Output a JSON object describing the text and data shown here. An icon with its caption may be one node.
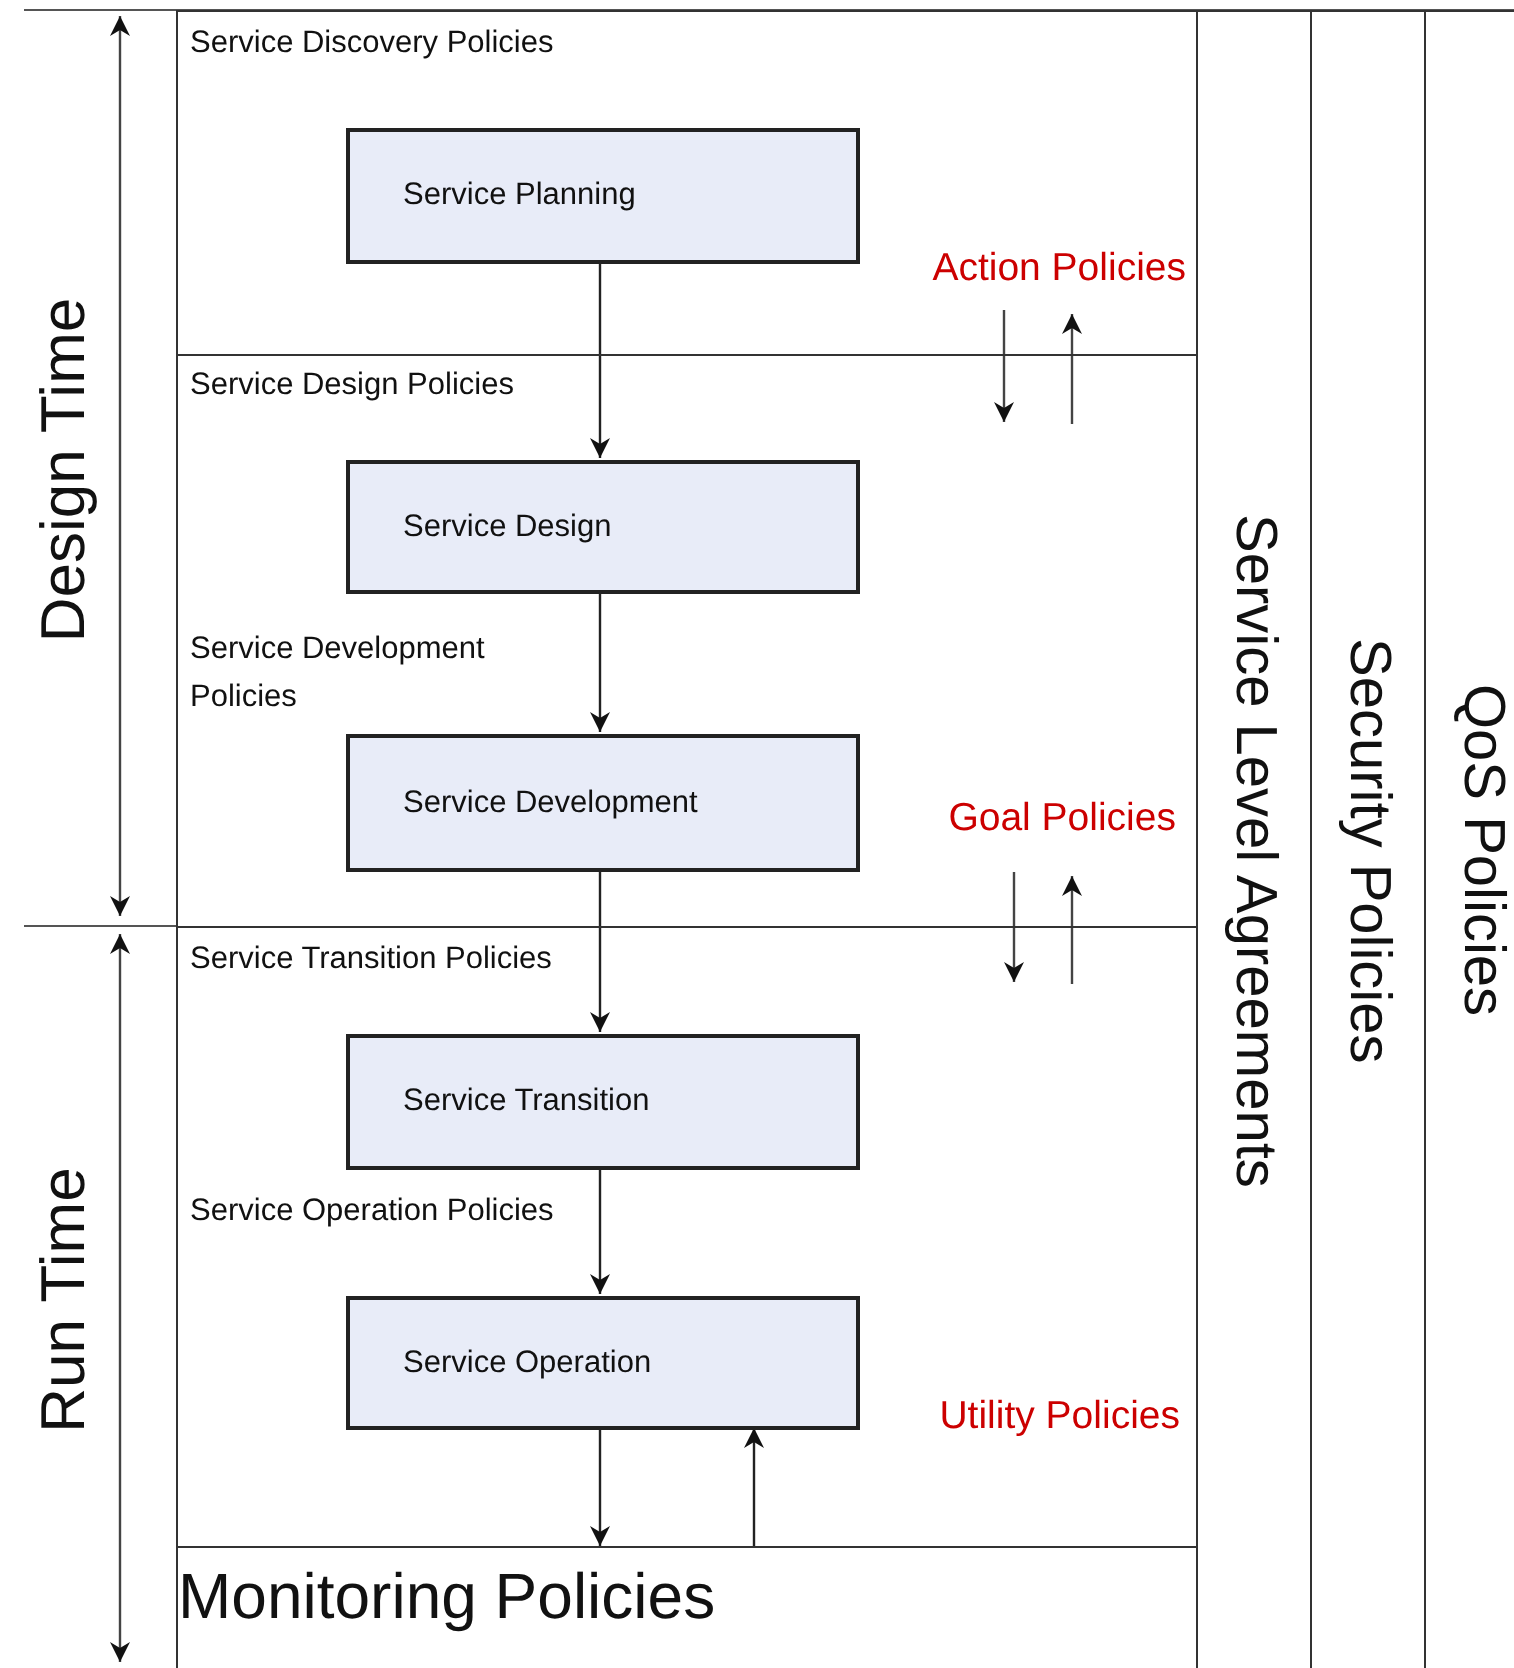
{
  "diagram": {
    "nodes": [
      {
        "text": [
          "Service Discovery Policies"
        ]
      },
      {
        "text": [
          "Service Planning"
        ],
        "in": 0
      },
      {
        "text": [
          "Service Design Policies",
          "Service Development Policies"
        ]
      },
      {
        "text": [
          "Service Design"
        ],
        "in": 2
      },
      {
        "text": [
          "Service Development"
        ],
        "in": 2
      },
      {
        "text": [
          "Service Transition Policies",
          "Service Operation Policies"
        ]
      },
      {
        "text": [
          "Service Transition"
        ],
        "in": 5
      },
      {
        "text": [
          "Service Operation"
        ],
        "in": 5
      },
      {
        "text": [
          "Monitoring Policies"
        ]
      },
      {
        "text": [
          "Service Level Agreements"
        ]
      },
      {
        "text": [
          "Security Policies"
        ]
      },
      {
        "text": [
          "QoS Policies"
        ]
      }
    ],
    "edges": [
      {
        "from": 1,
        "to": 3,
        "arrow": "to"
      },
      {
        "from": 3,
        "to": 4,
        "arrow": "to"
      },
      {
        "from": 4,
        "to": 6,
        "arrow": "to"
      },
      {
        "from": 6,
        "to": 7,
        "arrow": "to"
      },
      {
        "from": 7,
        "to": 8,
        "arrow": "to"
      },
      {
        "from": 8,
        "to": 7,
        "arrow": "to"
      }
    ],
    "labels": [
      "Design Time",
      "Action Policies",
      "Goal Policies",
      "Run Time",
      "Utility Policies"
    ]
  }
}
